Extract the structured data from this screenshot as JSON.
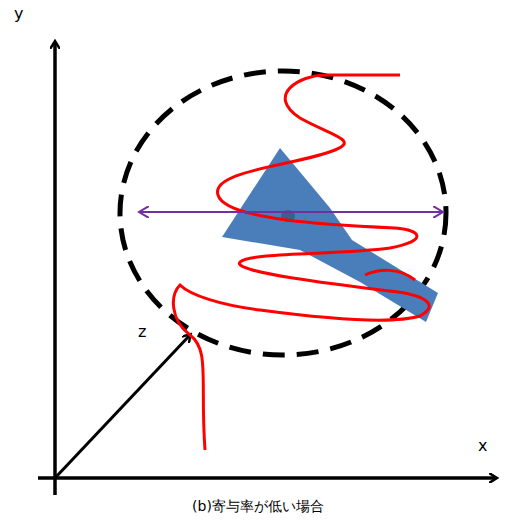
{
  "diagram": {
    "caption": "(b)寄与率が低い場合",
    "labels": [
      "y",
      "z",
      "x"
    ]
  }
}
